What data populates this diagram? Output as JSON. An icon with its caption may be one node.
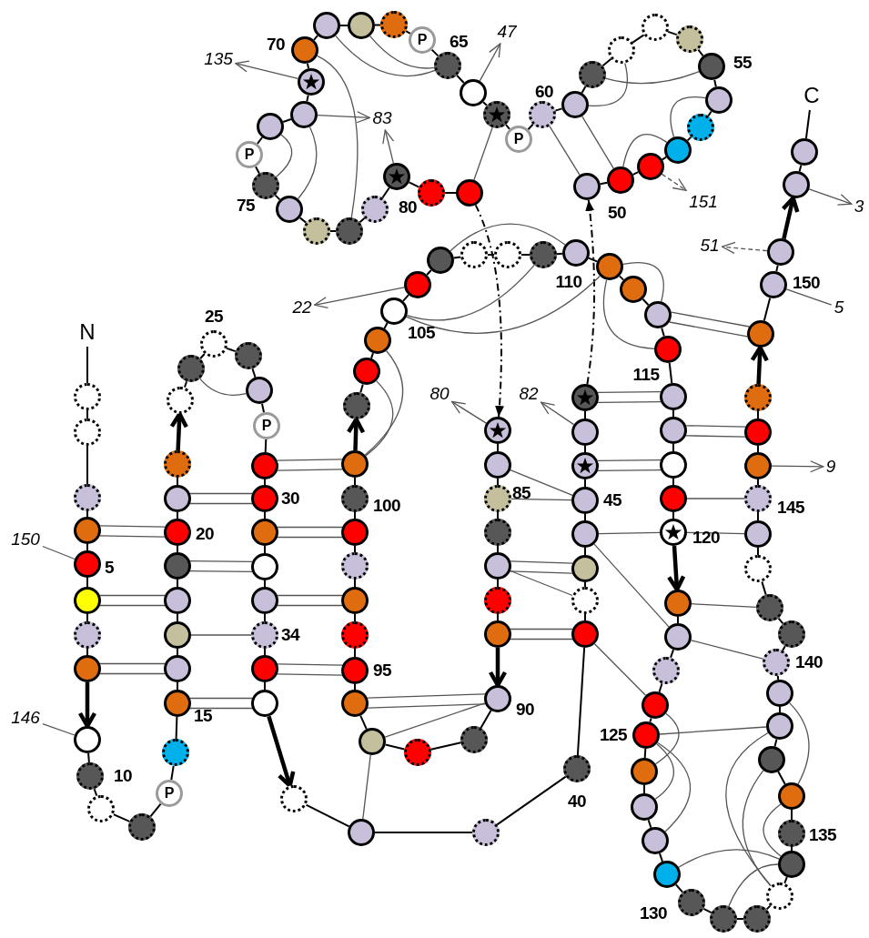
{
  "diagram": {
    "nodes": [
      {
        "text": [],
        "shape": "circle"
      },
      {
        "text": [],
        "shape": "circle"
      },
      {
        "text": [],
        "shape": "circle"
      },
      {
        "text": [],
        "shape": "circle"
      },
      {
        "text": [],
        "shape": "circle",
        "beside": [
          "5"
        ]
      },
      {
        "text": [],
        "shape": "circle"
      },
      {
        "text": [],
        "shape": "circle"
      },
      {
        "text": [],
        "shape": "circle"
      },
      {
        "text": [],
        "shape": "circle"
      },
      {
        "text": [],
        "shape": "circle",
        "beside": [
          "10"
        ]
      },
      {
        "text": [],
        "shape": "circle"
      },
      {
        "text": [],
        "shape": "circle"
      },
      {
        "text": [
          "P"
        ]
      },
      {
        "text": [],
        "shape": "circle"
      },
      {
        "text": [],
        "shape": "circle",
        "beside": [
          "15"
        ]
      },
      {
        "text": [],
        "shape": "circle"
      },
      {
        "text": [],
        "shape": "circle"
      },
      {
        "text": [],
        "shape": "circle"
      },
      {
        "text": [],
        "shape": "circle"
      },
      {
        "text": [],
        "shape": "circle",
        "beside": [
          "20"
        ]
      },
      {
        "text": [],
        "shape": "circle"
      },
      {
        "text": [],
        "shape": "circle"
      },
      {
        "text": [],
        "shape": "circle"
      },
      {
        "text": [],
        "shape": "circle"
      },
      {
        "text": [],
        "shape": "circle",
        "beside": [
          "25"
        ]
      },
      {
        "text": [],
        "shape": "circle"
      },
      {
        "text": [],
        "shape": "circle"
      },
      {
        "text": [
          "P"
        ]
      },
      {
        "text": [],
        "shape": "circle"
      },
      {
        "text": [],
        "shape": "circle",
        "beside": [
          "30"
        ]
      },
      {
        "text": [],
        "shape": "circle"
      },
      {
        "text": [],
        "shape": "circle"
      },
      {
        "text": [],
        "shape": "circle"
      },
      {
        "text": [],
        "shape": "circle",
        "beside": [
          "34"
        ]
      },
      {
        "text": [],
        "shape": "circle"
      },
      {
        "text": [],
        "shape": "circle"
      },
      {
        "text": [],
        "shape": "circle"
      },
      {
        "text": [],
        "shape": "circle"
      },
      {
        "text": [],
        "shape": "circle"
      },
      {
        "text": [],
        "shape": "circle",
        "beside": [
          "40"
        ]
      },
      {
        "text": [],
        "shape": "circle"
      },
      {
        "text": [],
        "shape": "circle"
      },
      {
        "text": [],
        "shape": "circle"
      },
      {
        "text": [],
        "shape": "circle"
      },
      {
        "text": [],
        "shape": "circle",
        "beside": [
          "45"
        ]
      },
      {
        "text": [],
        "shape": "circle"
      },
      {
        "text": [],
        "shape": "circle"
      },
      {
        "text": [],
        "shape": "circle"
      },
      {
        "text": [],
        "shape": "circle"
      },
      {
        "text": [],
        "shape": "circle",
        "beside": [
          "50"
        ]
      },
      {
        "text": [],
        "shape": "circle"
      },
      {
        "text": [],
        "shape": "circle"
      },
      {
        "text": [],
        "shape": "circle"
      },
      {
        "text": [],
        "shape": "circle"
      },
      {
        "text": [],
        "shape": "circle",
        "beside": [
          "55"
        ]
      },
      {
        "text": [],
        "shape": "circle"
      },
      {
        "text": [],
        "shape": "circle"
      },
      {
        "text": [],
        "shape": "circle"
      },
      {
        "text": [],
        "shape": "circle"
      },
      {
        "text": [],
        "shape": "circle",
        "beside": [
          "60"
        ]
      },
      {
        "text": [],
        "shape": "circle"
      },
      {
        "text": [
          "P"
        ]
      },
      {
        "text": [],
        "shape": "circle"
      },
      {
        "text": [],
        "shape": "circle"
      },
      {
        "text": [],
        "shape": "circle",
        "beside": [
          "65"
        ]
      },
      {
        "text": [
          "P"
        ]
      },
      {
        "text": [],
        "shape": "circle"
      },
      {
        "text": [],
        "shape": "circle"
      },
      {
        "text": [],
        "shape": "circle"
      },
      {
        "text": [],
        "shape": "circle",
        "beside": [
          "70"
        ]
      },
      {
        "text": [],
        "shape": "circle"
      },
      {
        "text": [],
        "shape": "circle"
      },
      {
        "text": [],
        "shape": "circle"
      },
      {
        "text": [
          "P"
        ]
      },
      {
        "text": [],
        "shape": "circle",
        "beside": [
          "75"
        ]
      },
      {
        "text": [],
        "shape": "circle"
      },
      {
        "text": [],
        "shape": "circle"
      },
      {
        "text": [],
        "shape": "circle"
      },
      {
        "text": [],
        "shape": "circle"
      },
      {
        "text": [],
        "shape": "circle",
        "beside": [
          "80"
        ]
      },
      {
        "text": [],
        "shape": "circle"
      },
      {
        "text": [],
        "shape": "circle"
      },
      {
        "text": [],
        "shape": "circle"
      },
      {
        "text": [],
        "shape": "circle"
      },
      {
        "text": [],
        "shape": "circle",
        "beside": [
          "85"
        ]
      },
      {
        "text": [],
        "shape": "circle"
      },
      {
        "text": [],
        "shape": "circle"
      },
      {
        "text": [],
        "shape": "circle"
      },
      {
        "text": [],
        "shape": "circle"
      },
      {
        "text": [],
        "shape": "circle",
        "beside": [
          "90"
        ]
      },
      {
        "text": [],
        "shape": "circle"
      },
      {
        "text": [],
        "shape": "circle"
      },
      {
        "text": [],
        "shape": "circle"
      },
      {
        "text": [],
        "shape": "circle"
      },
      {
        "text": [],
        "shape": "circle",
        "beside": [
          "95"
        ]
      },
      {
        "text": [],
        "shape": "circle"
      },
      {
        "text": [],
        "shape": "circle"
      },
      {
        "text": [],
        "shape": "circle"
      },
      {
        "text": [],
        "shape": "circle"
      },
      {
        "text": [],
        "shape": "circle",
        "beside": [
          "100"
        ]
      },
      {
        "text": [],
        "shape": "circle"
      },
      {
        "text": [],
        "shape": "circle"
      },
      {
        "text": [],
        "shape": "circle"
      },
      {
        "text": [],
        "shape": "circle"
      },
      {
        "text": [],
        "shape": "circle",
        "beside": [
          "105"
        ]
      },
      {
        "text": [],
        "shape": "circle"
      },
      {
        "text": [],
        "shape": "circle"
      },
      {
        "text": [],
        "shape": "circle"
      },
      {
        "text": [],
        "shape": "circle"
      },
      {
        "text": [],
        "shape": "circle",
        "beside": [
          "110"
        ]
      },
      {
        "text": [],
        "shape": "circle"
      },
      {
        "text": [],
        "shape": "circle"
      },
      {
        "text": [],
        "shape": "circle"
      },
      {
        "text": [],
        "shape": "circle"
      },
      {
        "text": [],
        "shape": "circle",
        "beside": [
          "115"
        ]
      },
      {
        "text": [],
        "shape": "circle"
      },
      {
        "text": [],
        "shape": "circle"
      },
      {
        "text": [],
        "shape": "circle"
      },
      {
        "text": [],
        "shape": "circle"
      },
      {
        "text": [],
        "shape": "circle",
        "beside": [
          "120"
        ]
      },
      {
        "text": [],
        "shape": "circle"
      },
      {
        "text": [],
        "shape": "circle"
      },
      {
        "text": [],
        "shape": "circle"
      },
      {
        "text": [],
        "shape": "circle"
      },
      {
        "text": [],
        "shape": "circle",
        "beside": [
          "125"
        ]
      },
      {
        "text": [],
        "shape": "circle"
      },
      {
        "text": [],
        "shape": "circle"
      },
      {
        "text": [],
        "shape": "circle"
      },
      {
        "text": [],
        "shape": "circle"
      },
      {
        "text": [],
        "shape": "circle",
        "beside": [
          "130"
        ]
      },
      {
        "text": [],
        "shape": "circle"
      },
      {
        "text": [],
        "shape": "circle"
      },
      {
        "text": [],
        "shape": "circle"
      },
      {
        "text": [],
        "shape": "circle"
      },
      {
        "text": [],
        "shape": "circle",
        "beside": [
          "135"
        ]
      },
      {
        "text": [],
        "shape": "circle"
      },
      {
        "text": [],
        "shape": "circle"
      },
      {
        "text": [],
        "shape": "circle"
      },
      {
        "text": [],
        "shape": "circle"
      },
      {
        "text": [],
        "shape": "circle",
        "beside": [
          "140"
        ]
      },
      {
        "text": [],
        "shape": "circle"
      },
      {
        "text": [],
        "shape": "circle"
      },
      {
        "text": [],
        "shape": "circle"
      },
      {
        "text": [],
        "shape": "circle"
      },
      {
        "text": [],
        "shape": "circle",
        "beside": [
          "145"
        ]
      },
      {
        "text": [],
        "shape": "circle"
      },
      {
        "text": [],
        "shape": "circle"
      },
      {
        "text": [],
        "shape": "circle"
      },
      {
        "text": [],
        "shape": "circle"
      },
      {
        "text": [],
        "shape": "circle",
        "beside": [
          "150"
        ]
      },
      {
        "text": [],
        "shape": "circle"
      },
      {
        "text": [],
        "shape": "circle"
      },
      {
        "text": [],
        "shape": "circle"
      },
      {
        "text": [
          "N"
        ]
      },
      {
        "text": [
          "C"
        ]
      },
      {
        "text": [
          "150"
        ]
      },
      {
        "text": [
          "146"
        ]
      },
      {
        "text": [
          "135"
        ]
      },
      {
        "text": [
          "47"
        ]
      },
      {
        "text": [
          "83"
        ]
      },
      {
        "text": [
          "151"
        ]
      },
      {
        "text": [
          "3"
        ]
      },
      {
        "text": [
          "51"
        ]
      },
      {
        "text": [
          "5"
        ]
      },
      {
        "text": [
          "22"
        ]
      },
      {
        "text": [
          "80"
        ]
      },
      {
        "text": [
          "82"
        ]
      },
      {
        "text": [
          "9"
        ]
      }
    ],
    "edges": [
      {
        "from": 153,
        "to": 0,
        "arrow": "none"
      },
      {
        "from": 0,
        "to": 1,
        "arrow": "none"
      },
      {
        "from": 1,
        "to": 2,
        "arrow": "none"
      },
      {
        "from": 2,
        "to": 3,
        "arrow": "none"
      },
      {
        "from": 3,
        "to": 4,
        "arrow": "none"
      },
      {
        "from": 4,
        "to": 5,
        "arrow": "none"
      },
      {
        "from": 5,
        "to": 6,
        "arrow": "none"
      },
      {
        "from": 6,
        "to": 7,
        "arrow": "none"
      },
      {
        "from": 7,
        "to": 8,
        "arrow": "to",
        "style": "thick"
      },
      {
        "from": 8,
        "to": 9,
        "arrow": "none"
      },
      {
        "from": 9,
        "to": 10,
        "arrow": "none"
      },
      {
        "from": 10,
        "to": 11,
        "arrow": "none"
      },
      {
        "from": 11,
        "to": 12,
        "arrow": "none"
      },
      {
        "from": 12,
        "to": 13,
        "arrow": "none"
      },
      {
        "from": 13,
        "to": 14,
        "arrow": "none"
      },
      {
        "from": 14,
        "to": 15,
        "arrow": "none"
      },
      {
        "from": 15,
        "to": 16,
        "arrow": "none"
      },
      {
        "from": 16,
        "to": 17,
        "arrow": "none"
      },
      {
        "from": 17,
        "to": 18,
        "arrow": "none"
      },
      {
        "from": 18,
        "to": 19,
        "arrow": "none"
      },
      {
        "from": 19,
        "to": 20,
        "arrow": "none"
      },
      {
        "from": 20,
        "to": 21,
        "arrow": "none"
      },
      {
        "from": 21,
        "to": 22,
        "arrow": "to",
        "style": "thick"
      },
      {
        "from": 22,
        "to": 23,
        "arrow": "none"
      },
      {
        "from": 23,
        "to": 24,
        "arrow": "none"
      },
      {
        "from": 24,
        "to": 25,
        "arrow": "none"
      },
      {
        "from": 25,
        "to": 26,
        "arrow": "none"
      },
      {
        "from": 26,
        "to": 27,
        "arrow": "none"
      },
      {
        "from": 27,
        "to": 28,
        "arrow": "none"
      },
      {
        "from": 28,
        "to": 29,
        "arrow": "none"
      },
      {
        "from": 29,
        "to": 30,
        "arrow": "none"
      },
      {
        "from": 30,
        "to": 31,
        "arrow": "none"
      },
      {
        "from": 31,
        "to": 32,
        "arrow": "none"
      },
      {
        "from": 32,
        "to": 33,
        "arrow": "none"
      },
      {
        "from": 33,
        "to": 34,
        "arrow": "none"
      },
      {
        "from": 34,
        "to": 35,
        "arrow": "none"
      },
      {
        "from": 35,
        "to": 36,
        "arrow": "to",
        "style": "thick"
      },
      {
        "from": 36,
        "to": 37,
        "arrow": "none"
      },
      {
        "from": 37,
        "to": 38,
        "arrow": "none"
      },
      {
        "from": 38,
        "to": 39,
        "arrow": "none"
      },
      {
        "from": 39,
        "to": 40,
        "arrow": "none"
      },
      {
        "from": 40,
        "to": 41,
        "arrow": "none"
      },
      {
        "from": 41,
        "to": 42,
        "arrow": "none"
      },
      {
        "from": 42,
        "to": 43,
        "arrow": "none"
      },
      {
        "from": 43,
        "to": 44,
        "arrow": "none"
      },
      {
        "from": 44,
        "to": 45,
        "arrow": "none"
      },
      {
        "from": 45,
        "to": 46,
        "arrow": "none"
      },
      {
        "from": 46,
        "to": 47,
        "arrow": "none"
      },
      {
        "from": 47,
        "to": 48,
        "arrow": "to",
        "style": "dashed"
      },
      {
        "from": 48,
        "to": 49,
        "arrow": "none"
      },
      {
        "from": 49,
        "to": 50,
        "arrow": "none"
      },
      {
        "from": 50,
        "to": 51,
        "arrow": "none"
      },
      {
        "from": 51,
        "to": 52,
        "arrow": "none"
      },
      {
        "from": 52,
        "to": 53,
        "arrow": "none"
      },
      {
        "from": 53,
        "to": 54,
        "arrow": "none"
      },
      {
        "from": 54,
        "to": 55,
        "arrow": "none"
      },
      {
        "from": 55,
        "to": 56,
        "arrow": "none"
      },
      {
        "from": 56,
        "to": 57,
        "arrow": "none"
      },
      {
        "from": 57,
        "to": 58,
        "arrow": "none"
      },
      {
        "from": 58,
        "to": 59,
        "arrow": "none"
      },
      {
        "from": 59,
        "to": 60,
        "arrow": "none"
      },
      {
        "from": 60,
        "to": 61,
        "arrow": "none"
      },
      {
        "from": 61,
        "to": 62,
        "arrow": "none"
      },
      {
        "from": 62,
        "to": 63,
        "arrow": "none"
      },
      {
        "from": 63,
        "to": 64,
        "arrow": "none"
      },
      {
        "from": 64,
        "to": 65,
        "arrow": "none"
      },
      {
        "from": 65,
        "to": 66,
        "arrow": "none"
      },
      {
        "from": 66,
        "to": 67,
        "arrow": "none"
      },
      {
        "from": 67,
        "to": 68,
        "arrow": "none"
      },
      {
        "from": 68,
        "to": 69,
        "arrow": "none"
      },
      {
        "from": 69,
        "to": 70,
        "arrow": "none"
      },
      {
        "from": 70,
        "to": 71,
        "arrow": "none"
      },
      {
        "from": 71,
        "to": 72,
        "arrow": "none"
      },
      {
        "from": 72,
        "to": 73,
        "arrow": "none"
      },
      {
        "from": 73,
        "to": 74,
        "arrow": "none"
      },
      {
        "from": 74,
        "to": 75,
        "arrow": "none"
      },
      {
        "from": 75,
        "to": 76,
        "arrow": "none"
      },
      {
        "from": 76,
        "to": 77,
        "arrow": "none"
      },
      {
        "from": 77,
        "to": 78,
        "arrow": "none"
      },
      {
        "from": 78,
        "to": 79,
        "arrow": "none"
      },
      {
        "from": 79,
        "to": 80,
        "arrow": "none"
      },
      {
        "from": 80,
        "to": 81,
        "arrow": "none"
      },
      {
        "from": 81,
        "to": 82,
        "arrow": "to",
        "style": "dashed"
      },
      {
        "from": 82,
        "to": 83,
        "arrow": "none"
      },
      {
        "from": 83,
        "to": 84,
        "arrow": "none"
      },
      {
        "from": 84,
        "to": 85,
        "arrow": "none"
      },
      {
        "from": 85,
        "to": 86,
        "arrow": "none"
      },
      {
        "from": 86,
        "to": 87,
        "arrow": "none"
      },
      {
        "from": 87,
        "to": 88,
        "arrow": "none"
      },
      {
        "from": 88,
        "to": 89,
        "arrow": "to",
        "style": "thick"
      },
      {
        "from": 89,
        "to": 90,
        "arrow": "none"
      },
      {
        "from": 90,
        "to": 91,
        "arrow": "none"
      },
      {
        "from": 91,
        "to": 92,
        "arrow": "none"
      },
      {
        "from": 92,
        "to": 93,
        "arrow": "none"
      },
      {
        "from": 93,
        "to": 94,
        "arrow": "none"
      },
      {
        "from": 94,
        "to": 95,
        "arrow": "none"
      },
      {
        "from": 95,
        "to": 96,
        "arrow": "none"
      },
      {
        "from": 96,
        "to": 97,
        "arrow": "none"
      },
      {
        "from": 97,
        "to": 98,
        "arrow": "none"
      },
      {
        "from": 98,
        "to": 99,
        "arrow": "none"
      },
      {
        "from": 99,
        "to": 100,
        "arrow": "none"
      },
      {
        "from": 100,
        "to": 101,
        "arrow": "to",
        "style": "thick"
      },
      {
        "from": 101,
        "to": 102,
        "arrow": "none"
      },
      {
        "from": 102,
        "to": 103,
        "arrow": "none"
      },
      {
        "from": 103,
        "to": 104,
        "arrow": "none"
      },
      {
        "from": 104,
        "to": 105,
        "arrow": "none"
      },
      {
        "from": 105,
        "to": 106,
        "arrow": "none"
      },
      {
        "from": 106,
        "to": 107,
        "arrow": "none"
      },
      {
        "from": 107,
        "to": 108,
        "arrow": "none"
      },
      {
        "from": 108,
        "to": 109,
        "arrow": "none"
      },
      {
        "from": 109,
        "to": 110,
        "arrow": "none"
      },
      {
        "from": 110,
        "to": 111,
        "arrow": "none"
      },
      {
        "from": 111,
        "to": 112,
        "arrow": "none"
      },
      {
        "from": 112,
        "to": 113,
        "arrow": "none"
      },
      {
        "from": 113,
        "to": 114,
        "arrow": "none"
      },
      {
        "from": 114,
        "to": 115,
        "arrow": "none"
      },
      {
        "from": 115,
        "to": 116,
        "arrow": "none"
      },
      {
        "from": 116,
        "to": 117,
        "arrow": "none"
      },
      {
        "from": 117,
        "to": 118,
        "arrow": "none"
      },
      {
        "from": 118,
        "to": 119,
        "arrow": "none"
      },
      {
        "from": 119,
        "to": 120,
        "arrow": "to",
        "style": "thick"
      },
      {
        "from": 120,
        "to": 121,
        "arrow": "none"
      },
      {
        "from": 121,
        "to": 122,
        "arrow": "none"
      },
      {
        "from": 122,
        "to": 123,
        "arrow": "none"
      },
      {
        "from": 123,
        "to": 124,
        "arrow": "none"
      },
      {
        "from": 124,
        "to": 125,
        "arrow": "none"
      },
      {
        "from": 125,
        "to": 126,
        "arrow": "none"
      },
      {
        "from": 126,
        "to": 127,
        "arrow": "none"
      },
      {
        "from": 127,
        "to": 128,
        "arrow": "none"
      },
      {
        "from": 128,
        "to": 129,
        "arrow": "none"
      },
      {
        "from": 129,
        "to": 130,
        "arrow": "none"
      },
      {
        "from": 130,
        "to": 131,
        "arrow": "none"
      },
      {
        "from": 131,
        "to": 132,
        "arrow": "none"
      },
      {
        "from": 132,
        "to": 133,
        "arrow": "none"
      },
      {
        "from": 133,
        "to": 134,
        "arrow": "none"
      },
      {
        "from": 134,
        "to": 135,
        "arrow": "none"
      },
      {
        "from": 135,
        "to": 136,
        "arrow": "none"
      },
      {
        "from": 136,
        "to": 137,
        "arrow": "none"
      },
      {
        "from": 137,
        "to": 138,
        "arrow": "none"
      },
      {
        "from": 138,
        "to": 139,
        "arrow": "none"
      },
      {
        "from": 139,
        "to": 140,
        "arrow": "none"
      },
      {
        "from": 140,
        "to": 141,
        "arrow": "none"
      },
      {
        "from": 141,
        "to": 142,
        "arrow": "none"
      },
      {
        "from": 142,
        "to": 143,
        "arrow": "none"
      },
      {
        "from": 143,
        "to": 144,
        "arrow": "none"
      },
      {
        "from": 144,
        "to": 145,
        "arrow": "none"
      },
      {
        "from": 145,
        "to": 146,
        "arrow": "none"
      },
      {
        "from": 146,
        "to": 147,
        "arrow": "none"
      },
      {
        "from": 147,
        "to": 148,
        "arrow": "to",
        "style": "thick"
      },
      {
        "from": 148,
        "to": 149,
        "arrow": "none"
      },
      {
        "from": 149,
        "to": 150,
        "arrow": "none"
      },
      {
        "from": 150,
        "to": 151,
        "arrow": "to",
        "style": "thick"
      },
      {
        "from": 151,
        "to": 152,
        "arrow": "none"
      },
      {
        "from": 152,
        "to": 154,
        "arrow": "none"
      },
      {
        "from": 155,
        "to": 4,
        "arrow": "none",
        "color": "#555555"
      },
      {
        "from": 156,
        "to": 8,
        "arrow": "none",
        "color": "#555555"
      },
      {
        "from": 70,
        "to": 157,
        "arrow": "to",
        "color": "#555555"
      },
      {
        "from": 63,
        "to": 158,
        "arrow": "to",
        "color": "#555555"
      },
      {
        "from": 71,
        "to": 159,
        "arrow": "to",
        "color": "#555555"
      },
      {
        "from": 79,
        "to": 159,
        "arrow": "to",
        "color": "#555555"
      },
      {
        "from": 50,
        "to": 160,
        "arrow": "to",
        "style": "dashed",
        "color": "#555555"
      },
      {
        "from": 151,
        "to": 161,
        "arrow": "to",
        "color": "#555555"
      },
      {
        "from": 150,
        "to": 162,
        "arrow": "to",
        "style": "dashed",
        "color": "#555555"
      },
      {
        "from": 149,
        "to": 163,
        "arrow": "none",
        "color": "#555555"
      },
      {
        "from": 105,
        "to": 164,
        "arrow": "to",
        "color": "#555555"
      },
      {
        "from": 82,
        "to": 165,
        "arrow": "to",
        "color": "#555555"
      },
      {
        "from": 46,
        "to": 166,
        "arrow": "to",
        "color": "#555555"
      },
      {
        "from": 145,
        "to": 167,
        "arrow": "to",
        "color": "#555555"
      },
      {
        "from": 3,
        "to": 19,
        "arrow": "none",
        "color": "#555555"
      },
      {
        "from": 19,
        "to": 3,
        "arrow": "none",
        "color": "#555555"
      },
      {
        "from": 5,
        "to": 17,
        "arrow": "none",
        "color": "#555555"
      },
      {
        "from": 17,
        "to": 5,
        "arrow": "none",
        "color": "#555555"
      },
      {
        "from": 7,
        "to": 15,
        "arrow": "none",
        "color": "#555555"
      },
      {
        "from": 15,
        "to": 7,
        "arrow": "none",
        "color": "#555555"
      },
      {
        "from": 20,
        "to": 29,
        "arrow": "none",
        "color": "#555555"
      },
      {
        "from": 29,
        "to": 20,
        "arrow": "none",
        "color": "#555555"
      },
      {
        "from": 18,
        "to": 31,
        "arrow": "none",
        "color": "#555555"
      },
      {
        "from": 31,
        "to": 18,
        "arrow": "none",
        "color": "#555555"
      },
      {
        "from": 16,
        "to": 33,
        "arrow": "none",
        "color": "#555555"
      },
      {
        "from": 14,
        "to": 35,
        "arrow": "none",
        "color": "#555555"
      },
      {
        "from": 35,
        "to": 14,
        "arrow": "none",
        "color": "#555555"
      },
      {
        "from": 28,
        "to": 100,
        "arrow": "none",
        "color": "#555555"
      },
      {
        "from": 100,
        "to": 28,
        "arrow": "none",
        "color": "#555555"
      },
      {
        "from": 30,
        "to": 98,
        "arrow": "none",
        "color": "#555555"
      },
      {
        "from": 98,
        "to": 30,
        "arrow": "none",
        "color": "#555555"
      },
      {
        "from": 32,
        "to": 96,
        "arrow": "none",
        "color": "#555555"
      },
      {
        "from": 96,
        "to": 32,
        "arrow": "none",
        "color": "#555555"
      },
      {
        "from": 34,
        "to": 94,
        "arrow": "none",
        "color": "#555555"
      },
      {
        "from": 94,
        "to": 34,
        "arrow": "none",
        "color": "#555555"
      },
      {
        "from": 93,
        "to": 89,
        "arrow": "none",
        "color": "#555555"
      },
      {
        "from": 89,
        "to": 93,
        "arrow": "none",
        "color": "#555555"
      },
      {
        "from": 84,
        "to": 44,
        "arrow": "none",
        "color": "#555555"
      },
      {
        "from": 86,
        "to": 42,
        "arrow": "none",
        "color": "#555555"
      },
      {
        "from": 42,
        "to": 86,
        "arrow": "none",
        "color": "#555555"
      },
      {
        "from": 88,
        "to": 40,
        "arrow": "none",
        "color": "#555555"
      },
      {
        "from": 40,
        "to": 88,
        "arrow": "none",
        "color": "#555555"
      },
      {
        "from": 83,
        "to": 44,
        "arrow": "none",
        "color": "#555555"
      },
      {
        "from": 41,
        "to": 86,
        "arrow": "none",
        "color": "#555555"
      },
      {
        "from": 47,
        "to": 115,
        "arrow": "none",
        "color": "#555555"
      },
      {
        "from": 115,
        "to": 47,
        "arrow": "none",
        "color": "#555555"
      },
      {
        "from": 45,
        "to": 117,
        "arrow": "none",
        "color": "#555555"
      },
      {
        "from": 117,
        "to": 45,
        "arrow": "none",
        "color": "#555555"
      },
      {
        "from": 43,
        "to": 119,
        "arrow": "none",
        "color": "#555555"
      },
      {
        "from": 43,
        "to": 121,
        "arrow": "none",
        "color": "#555555"
      },
      {
        "from": 40,
        "to": 123,
        "arrow": "none",
        "color": "#555555"
      },
      {
        "from": 116,
        "to": 146,
        "arrow": "none",
        "color": "#555555"
      },
      {
        "from": 146,
        "to": 116,
        "arrow": "none",
        "color": "#555555"
      },
      {
        "from": 118,
        "to": 144,
        "arrow": "none",
        "color": "#555555"
      },
      {
        "from": 119,
        "to": 143,
        "arrow": "none",
        "color": "#555555"
      },
      {
        "from": 120,
        "to": 141,
        "arrow": "none",
        "color": "#555555"
      },
      {
        "from": 121,
        "to": 139,
        "arrow": "none",
        "color": "#555555"
      },
      {
        "from": 124,
        "to": 137,
        "arrow": "none",
        "color": "#555555"
      },
      {
        "from": 113,
        "to": 148,
        "arrow": "none",
        "color": "#555555"
      },
      {
        "from": 148,
        "to": 113,
        "arrow": "none",
        "color": "#555555"
      },
      {
        "from": 26,
        "to": 23,
        "arrow": "none",
        "color": "#555555"
      },
      {
        "from": 103,
        "to": 100,
        "arrow": "none",
        "color": "#555555"
      },
      {
        "from": 102,
        "to": 100,
        "arrow": "none",
        "color": "#555555"
      },
      {
        "from": 104,
        "to": 109,
        "arrow": "none",
        "color": "#555555"
      },
      {
        "from": 104,
        "to": 111,
        "arrow": "none",
        "color": "#555555"
      },
      {
        "from": 106,
        "to": 110,
        "arrow": "none",
        "color": "#555555"
      },
      {
        "from": 111,
        "to": 113,
        "arrow": "none",
        "color": "#555555"
      },
      {
        "from": 111,
        "to": 114,
        "arrow": "none",
        "color": "#555555"
      },
      {
        "from": 69,
        "to": 77,
        "arrow": "none",
        "color": "#555555"
      },
      {
        "from": 68,
        "to": 64,
        "arrow": "none",
        "color": "#555555"
      },
      {
        "from": 67,
        "to": 64,
        "arrow": "none",
        "color": "#555555"
      },
      {
        "from": 72,
        "to": 74,
        "arrow": "none",
        "color": "#555555"
      },
      {
        "from": 71,
        "to": 75,
        "arrow": "none",
        "color": "#555555"
      },
      {
        "from": 54,
        "to": 58,
        "arrow": "none",
        "color": "#555555"
      },
      {
        "from": 59,
        "to": 57,
        "arrow": "none",
        "color": "#555555"
      },
      {
        "from": 53,
        "to": 51,
        "arrow": "none",
        "color": "#555555"
      },
      {
        "from": 51,
        "to": 49,
        "arrow": "none",
        "color": "#555555"
      },
      {
        "from": 49,
        "to": 59,
        "arrow": "none",
        "color": "#555555"
      },
      {
        "from": 48,
        "to": 60,
        "arrow": "none",
        "color": "#555555"
      },
      {
        "from": 81,
        "to": 62,
        "arrow": "none",
        "color": "#555555"
      },
      {
        "from": 37,
        "to": 92,
        "arrow": "none",
        "color": "#555555"
      },
      {
        "from": 92,
        "to": 89,
        "arrow": "none",
        "color": "#555555"
      },
      {
        "from": 123,
        "to": 125,
        "arrow": "none",
        "color": "#555555"
      },
      {
        "from": 124,
        "to": 126,
        "arrow": "none",
        "color": "#555555"
      },
      {
        "from": 124,
        "to": 127,
        "arrow": "none",
        "color": "#555555"
      },
      {
        "from": 138,
        "to": 135,
        "arrow": "none",
        "color": "#555555"
      },
      {
        "from": 128,
        "to": 133,
        "arrow": "none",
        "color": "#555555"
      },
      {
        "from": 137,
        "to": 132,
        "arrow": "none",
        "color": "#555555"
      },
      {
        "from": 136,
        "to": 132,
        "arrow": "none",
        "color": "#555555"
      },
      {
        "from": 135,
        "to": 133,
        "arrow": "none",
        "color": "#555555"
      },
      {
        "from": 133,
        "to": 130,
        "arrow": "none",
        "color": "#555555"
      }
    ]
  }
}
